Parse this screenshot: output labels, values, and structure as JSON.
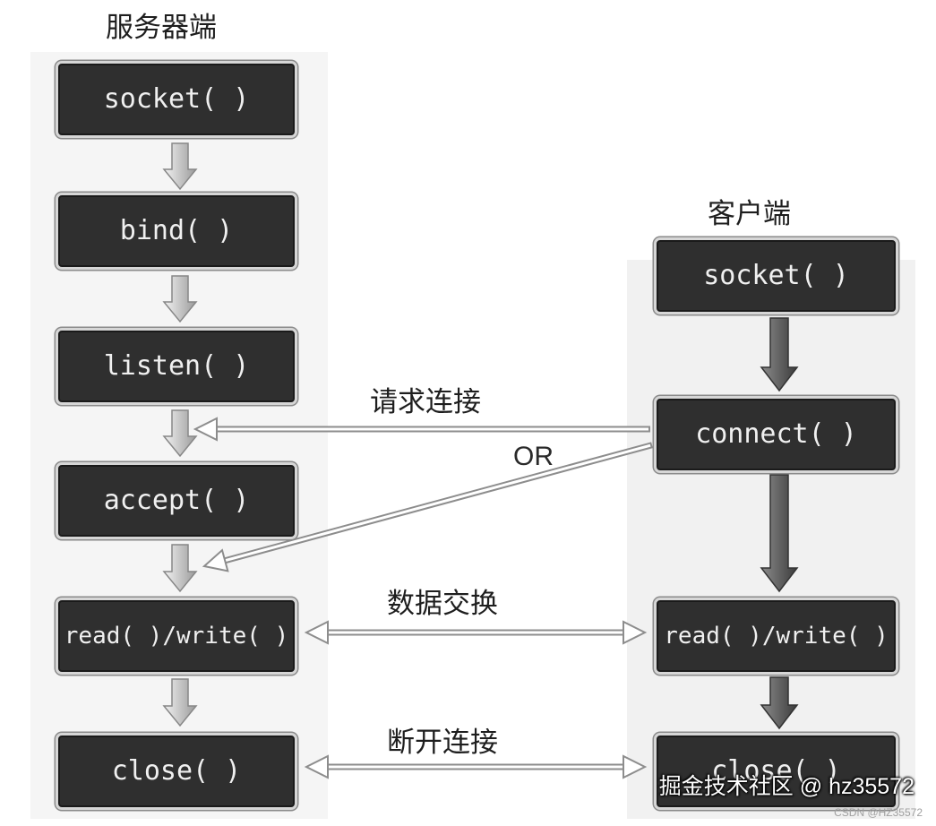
{
  "server": {
    "title": "服务器端",
    "steps": [
      "socket( )",
      "bind( )",
      "listen( )",
      "accept( )",
      "read( )/write( )",
      "close( )"
    ]
  },
  "client": {
    "title": "客户端",
    "steps": [
      "socket( )",
      "connect( )",
      "read( )/write( )",
      "close( )"
    ]
  },
  "connections": {
    "request": "请求连接",
    "or": "OR",
    "exchange": "数据交换",
    "disconnect": "断开连接"
  },
  "watermarks": {
    "juejin": "掘金技术社区 @ hz35572",
    "csdn": "CSDN @HZ35572"
  },
  "colors": {
    "box_fill": "#2f2f2f",
    "box_text": "#f0f0f0",
    "arrow_gray": "#8d8d8d"
  }
}
